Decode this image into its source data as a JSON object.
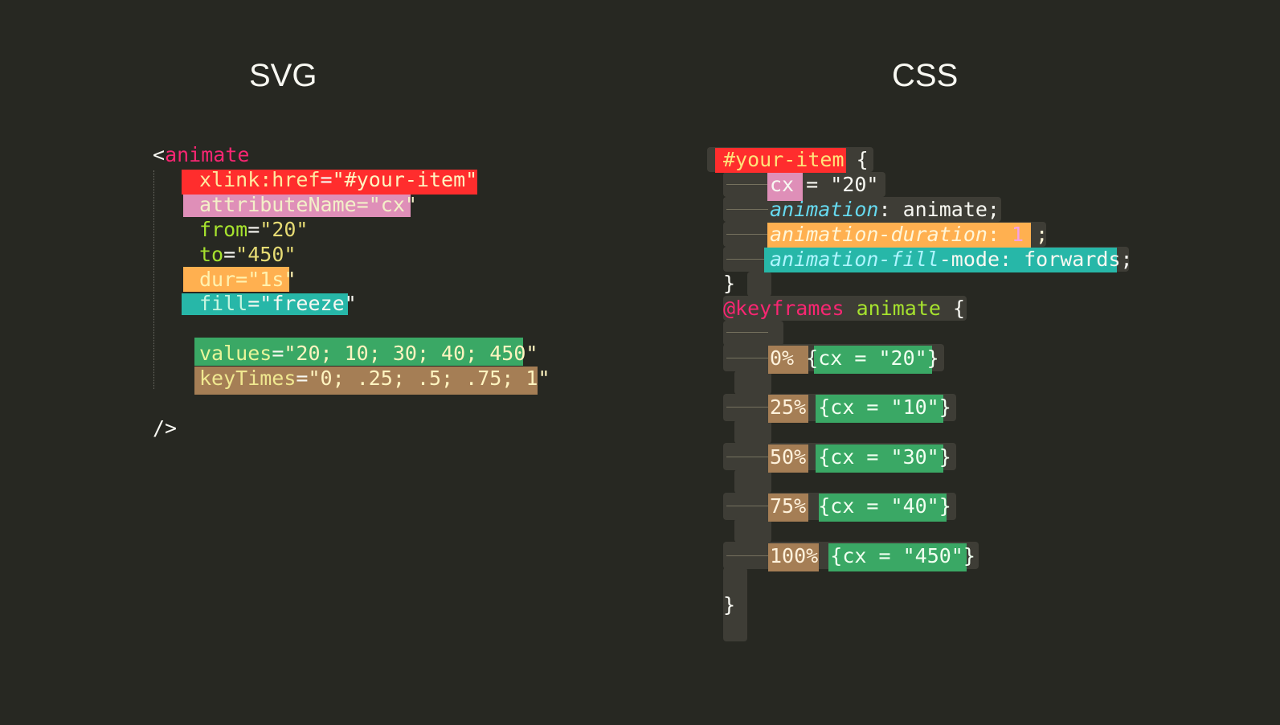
{
  "titles": {
    "left": "SVG",
    "right": "CSS"
  },
  "svg": {
    "open_bracket": "<",
    "tag": "animate",
    "attrs": [
      {
        "name": "xlink:href",
        "eq": "=",
        "value": "\"#your-item\""
      },
      {
        "name": "attributeName",
        "eq": "=",
        "value": "\"cx\""
      },
      {
        "name": "from",
        "eq": "=",
        "value": "\"20\""
      },
      {
        "name": "to",
        "eq": "=",
        "value": "\"450\""
      },
      {
        "name": "dur",
        "eq": "=",
        "value": "\"1s\""
      },
      {
        "name": "fill",
        "eq": "=",
        "value": "\"freeze\""
      },
      {
        "name": "values",
        "eq": "=",
        "value": "\"20; 10; 30; 40; 450\""
      },
      {
        "name": "keyTimes",
        "eq": "=",
        "value": "\"0; .25; .5; .75; 1\""
      }
    ],
    "close": "/>"
  },
  "css": {
    "selector": "#your-item",
    "brace_open": "{",
    "brace_close": "}",
    "cx_prop": "cx",
    "cx_rest": " = \"20\"",
    "anim_prop": "animation",
    "anim_rest": ": animate;",
    "dur_prop": "animation-duration",
    "dur_colon": ": ",
    "dur_value": "1",
    "dur_semi": " ;",
    "fill_prop1": "animation",
    "fill_prop2": "-fill",
    "fill_rest": "-mode: forwards;",
    "keyframes_at": "@keyframes",
    "keyframes_name": "animate",
    "frames": [
      {
        "pct": "0%",
        "rule": "{cx = \"20\"}"
      },
      {
        "pct": "25%",
        "rule": "{cx = \"10\"}"
      },
      {
        "pct": "50%",
        "rule": "{cx = \"30\"}"
      },
      {
        "pct": "75%",
        "rule": "{cx = \"40\"}"
      },
      {
        "pct": "100%",
        "rule": "{cx = \"450\"}"
      }
    ]
  },
  "colors": {
    "background": "#272822",
    "red": "#ff2d2d",
    "pink": "#df8fb8",
    "orange": "#ffb050",
    "teal": "#27b7a8",
    "green": "#3aa865",
    "brown": "#a57e55"
  }
}
